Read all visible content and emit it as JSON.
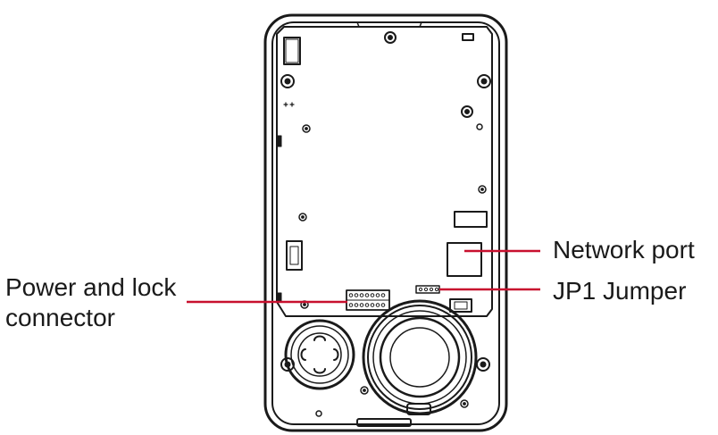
{
  "labels": {
    "network_port": "Network port",
    "jp1_jumper": "JP1 Jumper",
    "power_line1": "Power and lock",
    "power_line2": "connector"
  },
  "colors": {
    "outline": "#1a1a1a",
    "leader": "#c8102e",
    "background": "#ffffff"
  }
}
